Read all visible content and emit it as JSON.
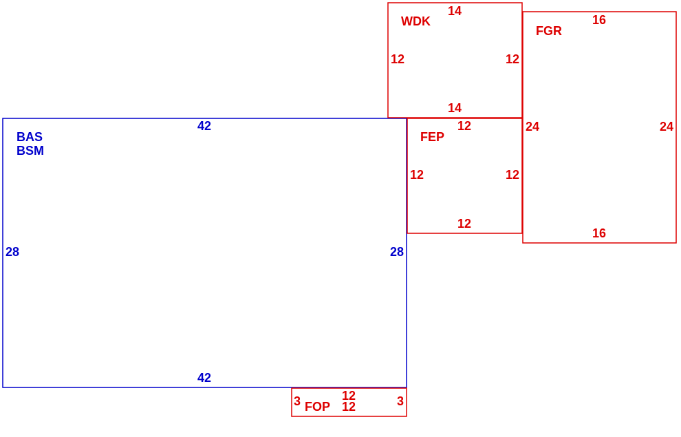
{
  "colors": {
    "main": "#0000cc",
    "addition": "#dd0000",
    "background": "#ffffff"
  },
  "areas": {
    "bas": {
      "codes": [
        "BAS",
        "BSM"
      ],
      "dims": {
        "top": "42",
        "bottom": "42",
        "left": "28",
        "right": "28"
      }
    },
    "wdk": {
      "code": "WDK",
      "dims": {
        "top": "14",
        "bottom": "14",
        "left": "12",
        "right": "12"
      }
    },
    "fgr": {
      "code": "FGR",
      "dims": {
        "top": "16",
        "bottom": "16",
        "left": "24",
        "right": "24"
      }
    },
    "fep": {
      "code": "FEP",
      "dims": {
        "top": "12",
        "bottom": "12",
        "left": "12",
        "right": "12"
      }
    },
    "fop": {
      "code": "FOP",
      "dims": {
        "top": "12",
        "bottom": "12",
        "left": "3",
        "right": "3"
      }
    }
  }
}
